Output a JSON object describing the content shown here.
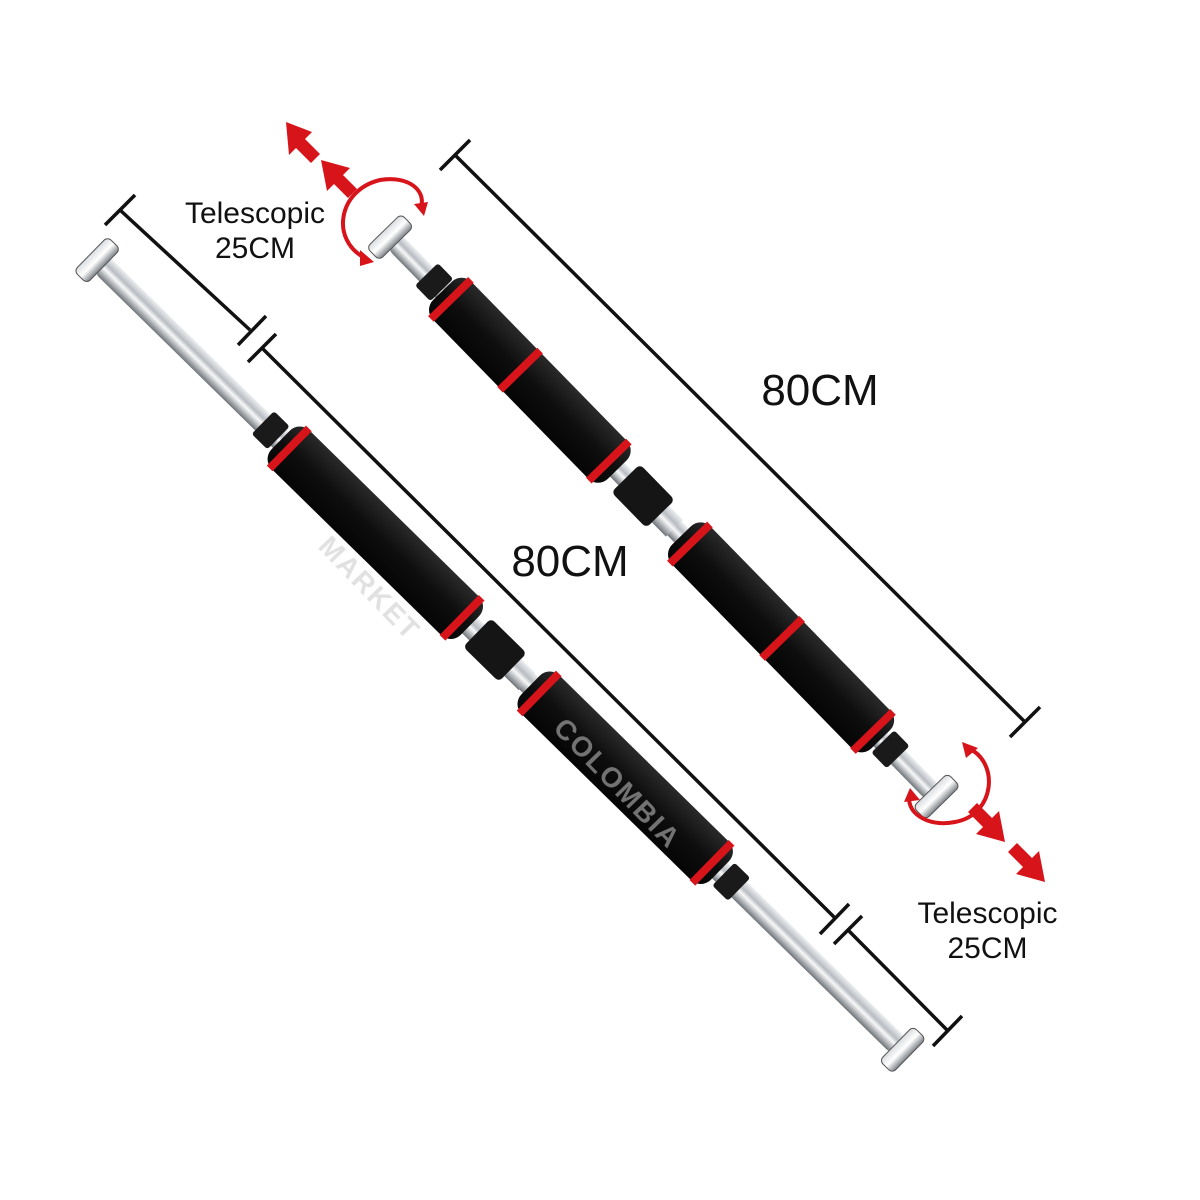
{
  "labels": {
    "tele_top_line1": "Telescopic",
    "tele_top_line2": "25CM",
    "len_top": "80CM",
    "len_left": "80CM",
    "tele_bottom_line1": "Telescopic",
    "tele_bottom_line2": "25CM"
  },
  "watermark": {
    "word1": "MARKET",
    "word2": "COLOMBIA"
  },
  "colors": {
    "foam": "#141414",
    "ring": "#d8141b",
    "steel": "#b9bcc0",
    "arrow": "#d8141b",
    "dimension_line": "#111111"
  },
  "icons": [
    "extend-arrow-icon",
    "rotate-arrow-icon"
  ]
}
